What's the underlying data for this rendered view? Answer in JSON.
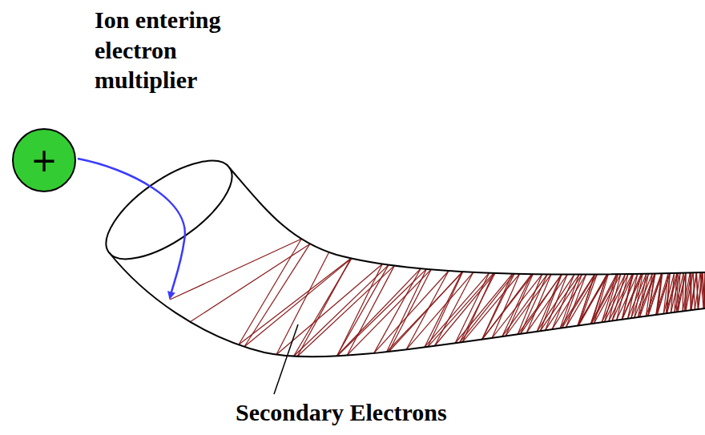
{
  "diagram": {
    "nodes": [
      {
        "text": [
          "+"
        ]
      }
    ],
    "labels": [
      "Ion entering electron multiplier",
      "Secondary Electrons"
    ]
  }
}
